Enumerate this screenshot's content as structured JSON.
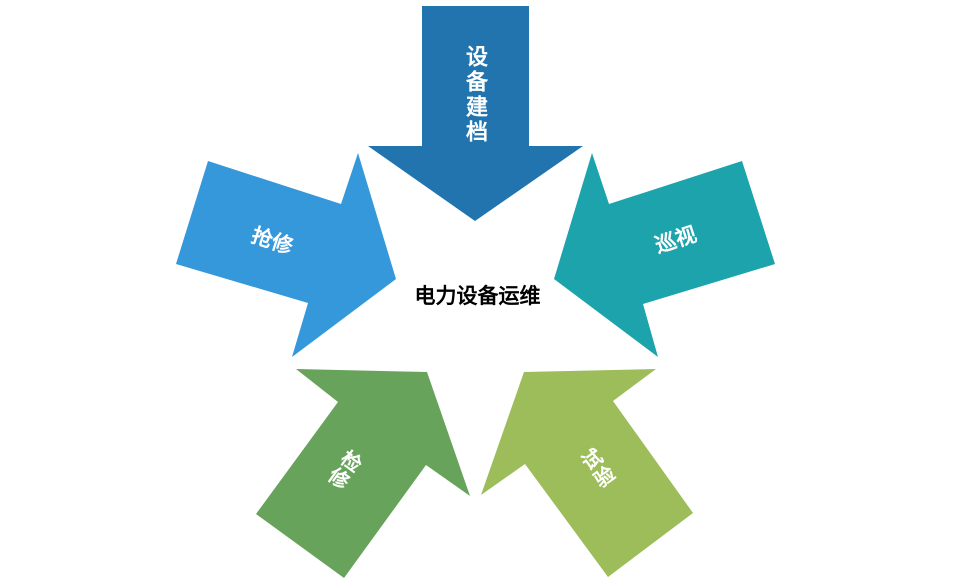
{
  "diagram": {
    "center_title": "电力设备运维",
    "arrows": [
      {
        "id": "top",
        "label": "设备建档",
        "color": "#2174AE",
        "direction": "down"
      },
      {
        "id": "left",
        "label": "抢修",
        "color": "#3498DB",
        "direction": "right"
      },
      {
        "id": "right",
        "label": "巡视",
        "color": "#1CA3AB",
        "direction": "left"
      },
      {
        "id": "bottom-left",
        "label": "检修",
        "color": "#68A35B",
        "direction": "up-right"
      },
      {
        "id": "bottom-right",
        "label": "试验",
        "color": "#9CBD59",
        "direction": "up-left"
      }
    ]
  }
}
